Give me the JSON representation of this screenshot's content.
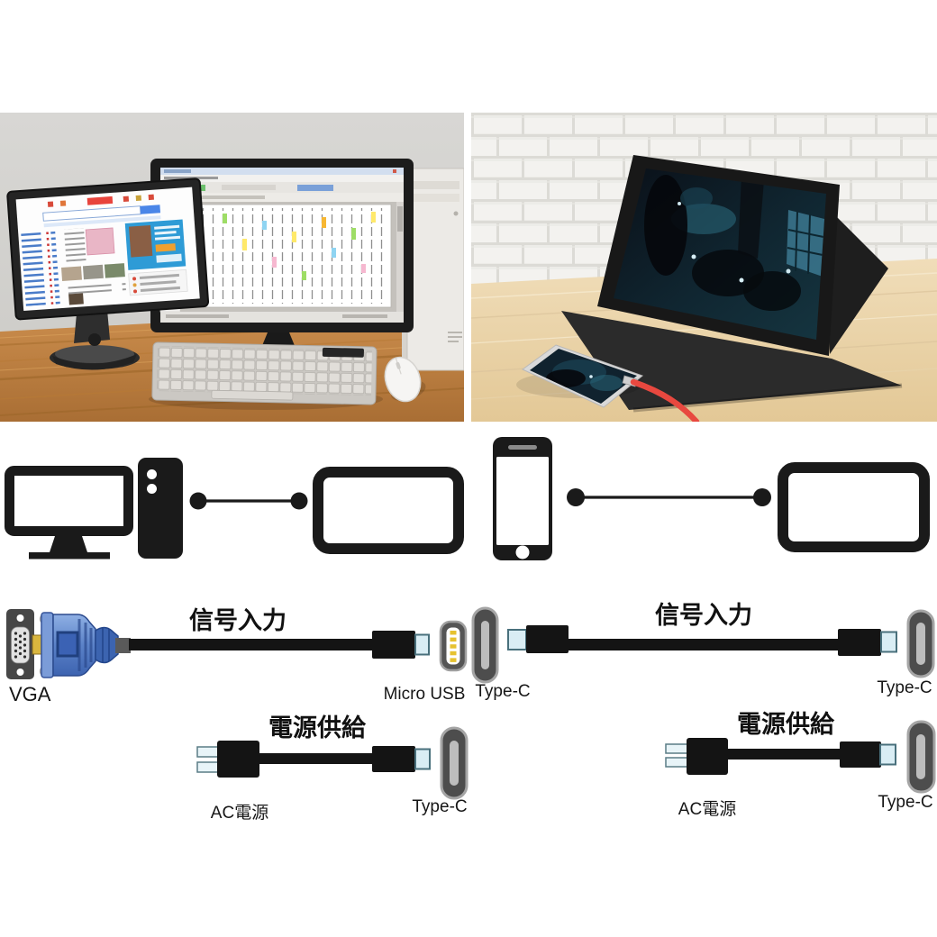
{
  "page": {
    "background": "#ffffff"
  },
  "photos": {
    "left_photo": "desktop-pc-with-two-monitors-keyboard-mouse-on-wood-desk",
    "right_photo": "portable-monitor-on-folio-stand-with-smartphone-and-red-cable"
  },
  "diagram": {
    "pairings": [
      {
        "source_icons": [
          "desktop-monitor-icon",
          "pc-tower-icon"
        ],
        "target_icon": "portable-monitor-icon"
      },
      {
        "source_icons": [
          "smartphone-icon"
        ],
        "target_icon": "portable-monitor-icon"
      }
    ],
    "cable_rows": [
      {
        "id": "signal-pc",
        "title": "信号入力",
        "left_end": "VGA",
        "plug_label": "Micro USB",
        "port_label": "Type-C"
      },
      {
        "id": "signal-phone",
        "title": "信号入力",
        "port_label": "Type-C"
      },
      {
        "id": "power-pc",
        "title": "電源供給",
        "left_end": "AC電源",
        "port_label": "Type-C"
      },
      {
        "id": "power-phone",
        "title": "電源供給",
        "left_end": "AC電源",
        "port_label": "Type-C"
      }
    ]
  },
  "colors": {
    "cable_black": "#141414",
    "connector_tip_blue": "#d9edf4",
    "port_gray": "#4d4d4d",
    "port_inner_gray": "#bdbdbd",
    "micro_usb_pin_yellow": "#e6c230",
    "vga_connector_blue": "#4a74c4",
    "vga_gold": "#d9b63e",
    "phone_cable_red": "#e8483f",
    "text_black": "#111111"
  }
}
